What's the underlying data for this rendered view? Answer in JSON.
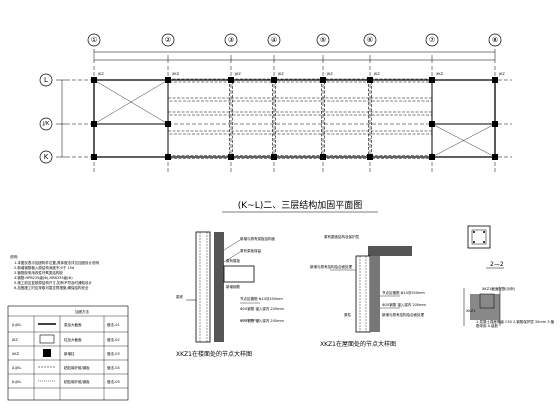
{
  "plan": {
    "title": "(K~L)二、三层结构加固平面图",
    "grid_cols": [
      "①",
      "②",
      "③",
      "④",
      "⑤",
      "⑥",
      "⑦",
      "⑧"
    ],
    "grid_rows": [
      "L",
      "J/K",
      "K"
    ],
    "column_tags": [
      "JKZ",
      "XKZ",
      "JKZ",
      "JKZ",
      "JKZ",
      "JKZ",
      "XKZ",
      "JKZ"
    ]
  },
  "detail1": {
    "title": "XKZ1在楼面处的节点大样图",
    "notes": [
      "新增与原有梁板结构面",
      "原有梁板保留",
      "原有楼板",
      "节点区箍筋 Φ14@250mm",
      "Φ20钢筋 锚入梁内 200mm",
      "梁底",
      "新增钢筋",
      "Φ20钢筋 锚入梁内 200mm"
    ]
  },
  "detail2": {
    "title": "XKZ1在屋面处的节点大样图",
    "notes": [
      "原有屋面结构及保护层",
      "新增与原有结构结合面处理",
      "原柱",
      "节点区箍筋 Φ14@250mm",
      "Φ20钢筋 锚入梁内 200mm",
      "新增与原有结构结合面处理"
    ]
  },
  "section": {
    "label": "2—2",
    "col_tag": "XKZ1",
    "note": "XKZ1截面配筋(示例)",
    "desc": "1.混凝土强度等级 C30 2.钢筋保护层 30mm 3.植筋采用 A 级胶"
  },
  "notes": {
    "header": "说明:",
    "lines": [
      "1.本图仅表示加固构件位置,具体做法详见加固设计说明",
      "2.新增钢筋植入原结构深度不小于 15d",
      "3.植筋胶采用改性环氧类结构胶",
      "4.钢筋:HPB235级(Φ),HRB335级(Φ)",
      "5.施工前应复核原结构尺寸,如有不符及时通知设计",
      "6.加固施工时应采取可靠支撑措施,确保结构安全"
    ]
  },
  "legend": {
    "headers": [
      "",
      "",
      "加固方法",
      ""
    ],
    "rows": [
      {
        "code": "JL/JKL",
        "desc": "梁加大截面",
        "ref": "做法-01"
      },
      {
        "code": "JKZ",
        "desc": "柱加大截面",
        "ref": "做法-02"
      },
      {
        "code": "XKZ",
        "desc": "新增柱",
        "ref": "做法-03"
      },
      {
        "code": "JL/JKL",
        "desc": "粘贴碳纤维/钢板",
        "ref": "做法-04"
      },
      {
        "code": "JL/JKL",
        "desc": "粘贴碳纤维/钢板",
        "ref": "做法-05"
      }
    ]
  }
}
